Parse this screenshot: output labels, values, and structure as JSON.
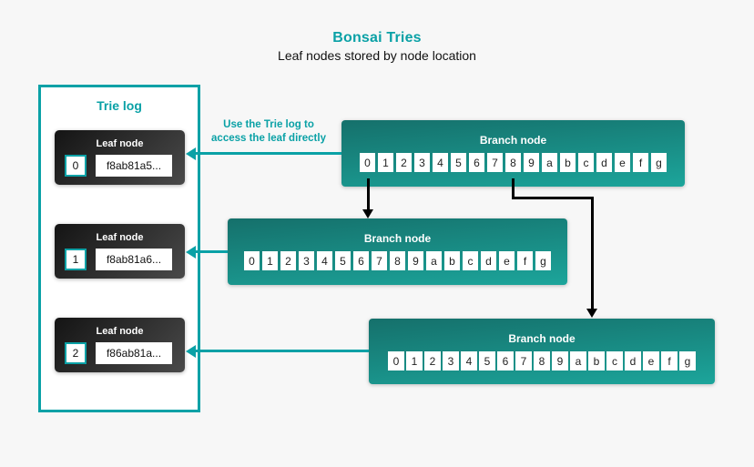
{
  "page": {
    "title": "Bonsai Tries",
    "subtitle": "Leaf nodes stored by node location"
  },
  "annotation": {
    "line1": "Use the Trie log to",
    "line2": "access the leaf directly"
  },
  "trie_log": {
    "title": "Trie log",
    "leaves": [
      {
        "label": "Leaf node",
        "index": "0",
        "value": "f8ab81a5..."
      },
      {
        "label": "Leaf node",
        "index": "1",
        "value": "f8ab81a6..."
      },
      {
        "label": "Leaf node",
        "index": "2",
        "value": "f86ab81a..."
      }
    ]
  },
  "branches": [
    {
      "label": "Branch node",
      "cells": [
        "0",
        "1",
        "2",
        "3",
        "4",
        "5",
        "6",
        "7",
        "8",
        "9",
        "a",
        "b",
        "c",
        "d",
        "e",
        "f",
        "g"
      ]
    },
    {
      "label": "Branch node",
      "cells": [
        "0",
        "1",
        "2",
        "3",
        "4",
        "5",
        "6",
        "7",
        "8",
        "9",
        "a",
        "b",
        "c",
        "d",
        "e",
        "f",
        "g"
      ]
    },
    {
      "label": "Branch node",
      "cells": [
        "0",
        "1",
        "2",
        "3",
        "4",
        "5",
        "6",
        "7",
        "8",
        "9",
        "a",
        "b",
        "c",
        "d",
        "e",
        "f",
        "g"
      ]
    }
  ],
  "colors": {
    "accent": "#0AA1A6",
    "background": "#F7F7F7",
    "branch_gradient_top": "#15706B",
    "branch_gradient_bottom": "#1CA59B",
    "leaf_gradient_start": "#141414",
    "leaf_gradient_end": "#4A4A4A",
    "arrow_black": "#000000"
  }
}
